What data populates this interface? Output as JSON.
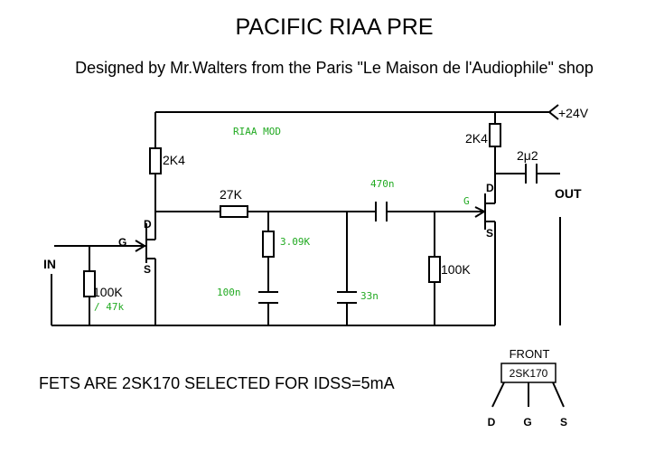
{
  "title": "PACIFIC RIAA PRE",
  "subtitle": "Designed by Mr.Walters from the Paris \"Le Maison de l'Audiophile\" shop",
  "supply_label": "+24V",
  "riaa_mod_label": "RIAA MOD",
  "input_label": "IN",
  "output_label": "OUT",
  "fet1": {
    "gate": "G",
    "drain": "D",
    "source": "S"
  },
  "fet2": {
    "gate": "G",
    "drain": "D",
    "source": "S"
  },
  "components": {
    "r_drain1": "2K4",
    "r_drain2": "2K4",
    "r_series": "27K",
    "r_riaa": "3.09K",
    "r_input": "100K",
    "r_input_mod": "/ 47k",
    "r_gate2": "100K",
    "c_riaa1": "100n",
    "c_riaa2": "33n",
    "c_coupling": "470n",
    "c_output": "2μ2"
  },
  "note": "FETS ARE 2SK170 SELECTED FOR IDSS=5mA",
  "pinout": {
    "front_label": "FRONT",
    "part_label": "2SK170",
    "pins": [
      "D",
      "G",
      "S"
    ]
  },
  "colors": {
    "ink": "#000000",
    "annotation": "#22aa22",
    "background": "#ffffff"
  }
}
